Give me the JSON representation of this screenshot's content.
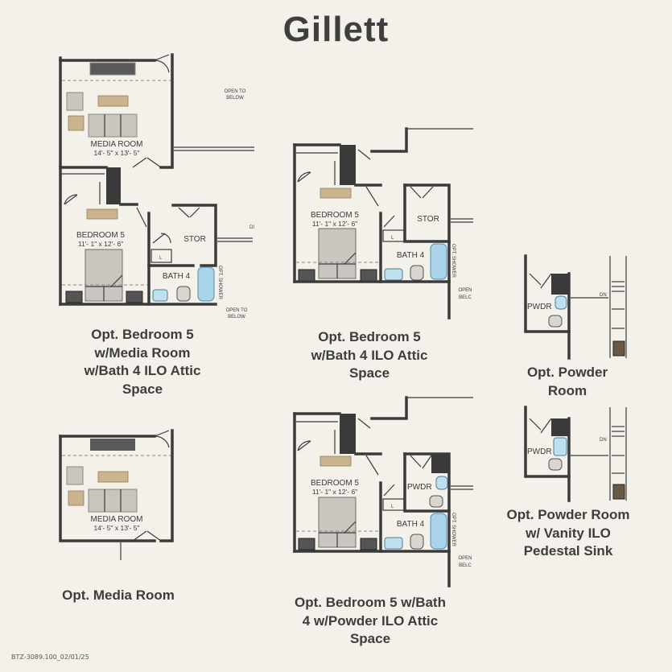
{
  "title": "Gillett",
  "footer": "BTZ-3089.100_02/01/25",
  "captions": {
    "opt_bedroom5_media": "Opt. Bedroom 5 w/Media Room w/Bath 4 ILO Attic Space",
    "opt_bedroom5_bath4": "Opt. Bedroom 5 w/Bath 4 ILO Attic Space",
    "opt_powder_room": "Opt. Powder Room",
    "opt_media_room": "Opt. Media Room",
    "opt_bedroom5_powder": "Opt. Bedroom 5 w/Bath 4 w/Powder ILO Attic Space",
    "opt_powder_vanity": "Opt. Powder Room w/ Vanity ILO Pedestal Sink"
  },
  "labels": {
    "media_room": "MEDIA ROOM",
    "media_room_dims": "14'- 5\" x 13'- 5\"",
    "bedroom5": "BEDROOM 5",
    "bedroom5_dims": "11'- 1\" x 12'- 6\"",
    "stor": "STOR",
    "bath4": "BATH 4",
    "pwdr": "PWDR",
    "opt_shower": "OPT. SHOWER",
    "open_to_below": "OPEN TO BELOW",
    "open_belc": "OPEN BELC",
    "dn": "DN",
    "l": "L",
    "di": "DI"
  }
}
